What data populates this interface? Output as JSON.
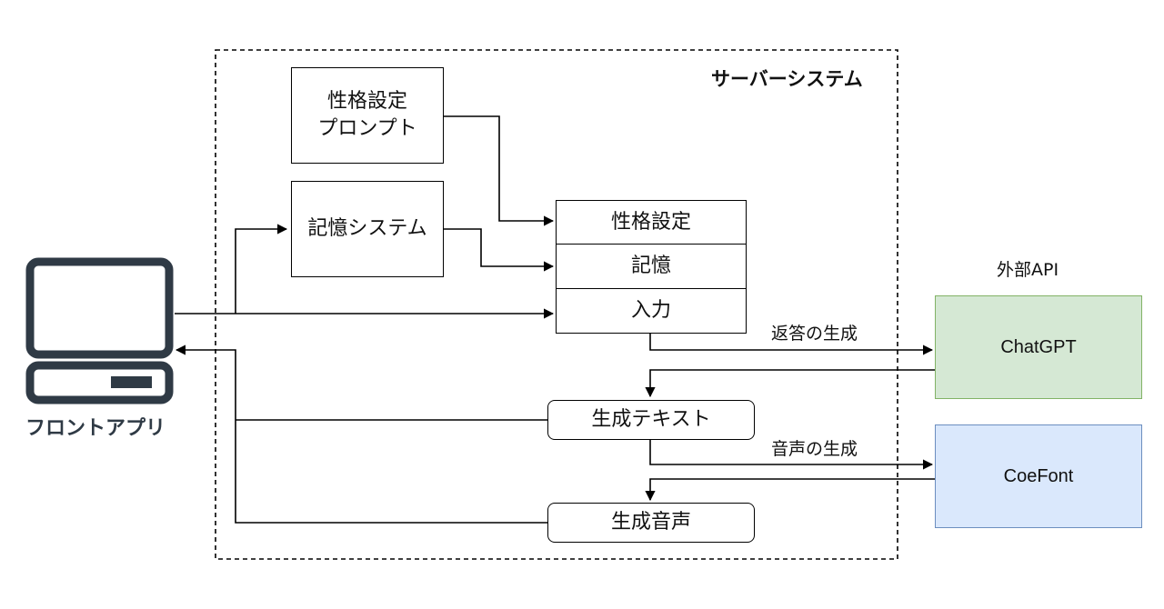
{
  "diagram": {
    "server_system_label": "サーバーシステム",
    "front_app_label": "フロントアプリ",
    "external_api_label": "外部API",
    "nodes": {
      "personality_prompt": "性格設定\nプロンプト",
      "memory_system": "記憶システム",
      "prompt_personality": "性格設定",
      "prompt_memory": "記憶",
      "prompt_input": "入力",
      "generated_text": "生成テキスト",
      "generated_audio": "生成音声",
      "chatgpt": "ChatGPT",
      "coefont": "CoeFont"
    },
    "edges": {
      "reply_generation": "返答の生成",
      "voice_generation": "音声の生成"
    },
    "colors": {
      "chatgpt_fill": "#d5e8d4",
      "chatgpt_stroke": "#82b366",
      "coefont_fill": "#dae8fc",
      "coefont_stroke": "#6c8ebf",
      "computer_icon": "#2f3a45"
    },
    "icons": {
      "front_app": "computer-icon"
    }
  }
}
